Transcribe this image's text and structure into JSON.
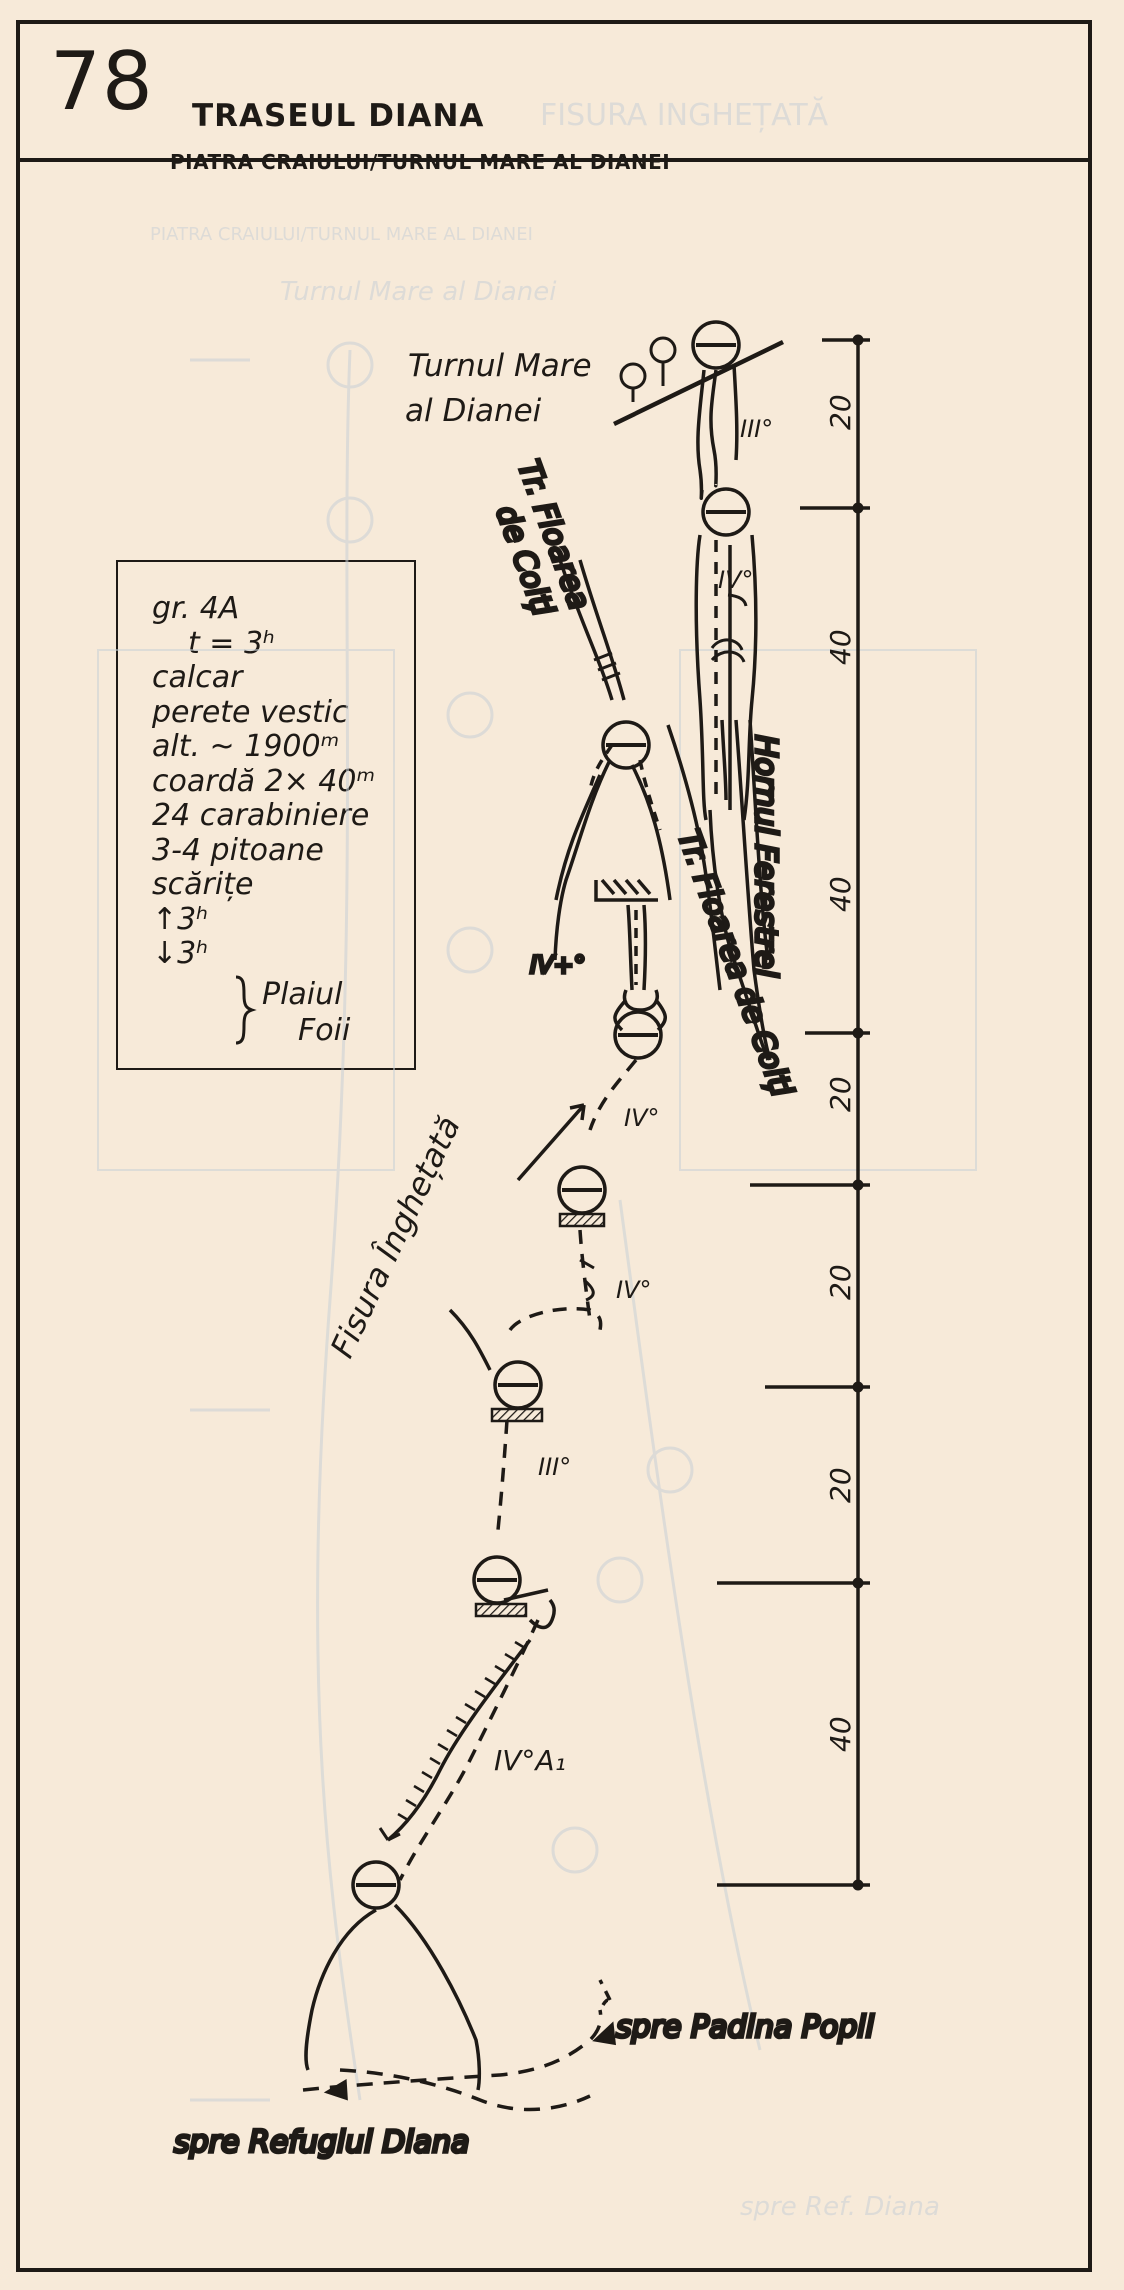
{
  "header": {
    "route_number": "78",
    "route_title": "TRASEUL DIANA",
    "location": "PIATRA CRAIULUI/TURNUL MARE AL DIANEI"
  },
  "info_box": {
    "lines": [
      "gr. 4A",
      "t = 3ʰ",
      "calcar",
      "perete vestic",
      "alt. ~ 1900ᵐ",
      "coardă 2× 40ᵐ",
      "24 carabiniere",
      "3-4 pitoane",
      "scărițe",
      "↑3ʰ",
      "↓3ʰ"
    ],
    "approach_label_1": "Plaiul",
    "approach_label_2": "Foii"
  },
  "labels": {
    "summit_line1": "Turnul Mare",
    "summit_line2": "al Dianei",
    "floarea_top_line1": "Tr. Floarea",
    "floarea_top_line2": "de Colți",
    "floarea_mid": "Tr. Floarea de Colți",
    "hornul": "Hornul Ferestrei",
    "fisura": "Fisura Înghețată",
    "spre_padina": "spre Padina Popii",
    "spre_refugiul": "spre Refugiul Diana"
  },
  "grades": {
    "p1": "III°",
    "p2": "IV°",
    "p3": "IV+°",
    "p4": "IV°",
    "p5": "IV°",
    "p6": "III°",
    "p7": "IV°A₁"
  },
  "scale": {
    "labels": [
      "20",
      "40",
      "40",
      "20",
      "20",
      "20",
      "40"
    ]
  },
  "background_ghost": {
    "title": "FISURA INGHEȚATĂ",
    "subtitle": "PIATRA CRAIULUI/TURNUL MARE AL DIANEI",
    "tower": "Turnul Mare al Dianei",
    "bottom": "spre Ref. Diana"
  }
}
